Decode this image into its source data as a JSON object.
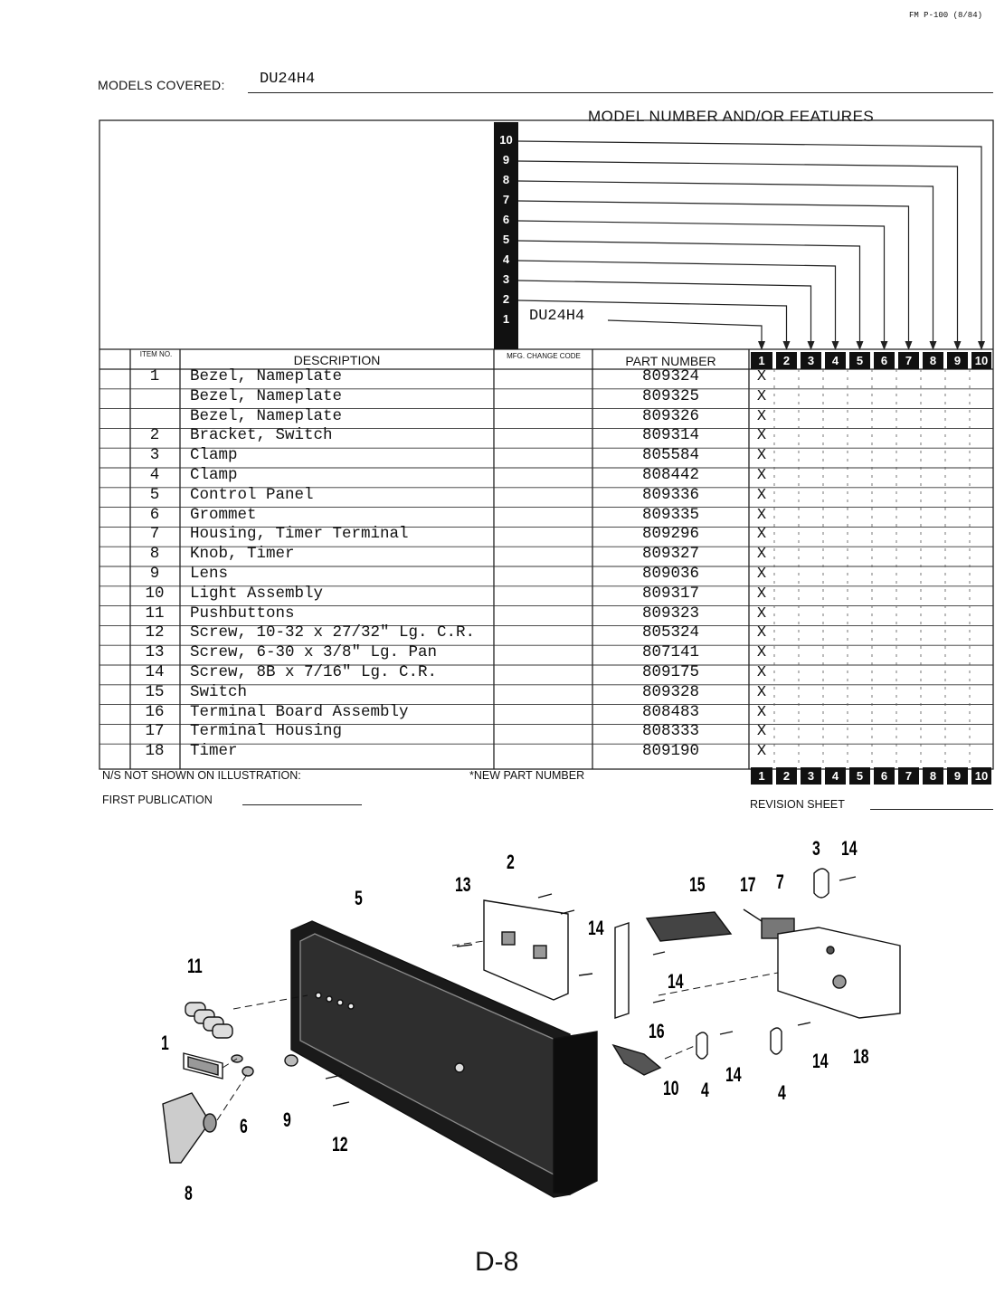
{
  "form_code": "FM P-100 (8/84)",
  "models_covered": {
    "label": "MODELS COVERED:",
    "value": "DU24H4"
  },
  "features_heading": "MODEL NUMBER AND/OR FEATURES",
  "feature_numbers": [
    "1",
    "2",
    "3",
    "4",
    "5",
    "6",
    "7",
    "8",
    "9",
    "10"
  ],
  "feature1_model": "DU24H4",
  "columns": {
    "item_no": "ITEM NO.",
    "description": "DESCRIPTION",
    "mfg_change_code": "MFG. CHANGE CODE",
    "part_number": "PART NUMBER"
  },
  "rows": [
    {
      "item": "1",
      "description": "Bezel, Nameplate",
      "part": "809324",
      "mark": "X"
    },
    {
      "item": "",
      "description": "Bezel, Nameplate",
      "part": "809325",
      "mark": "X"
    },
    {
      "item": "",
      "description": "Bezel, Nameplate",
      "part": "809326",
      "mark": "X"
    },
    {
      "item": "2",
      "description": "Bracket, Switch",
      "part": "809314",
      "mark": "X"
    },
    {
      "item": "3",
      "description": "Clamp",
      "part": "805584",
      "mark": "X"
    },
    {
      "item": "4",
      "description": "Clamp",
      "part": "808442",
      "mark": "X"
    },
    {
      "item": "5",
      "description": "Control Panel",
      "part": "809336",
      "mark": "X"
    },
    {
      "item": "6",
      "description": "Grommet",
      "part": "809335",
      "mark": "X"
    },
    {
      "item": "7",
      "description": "Housing, Timer Terminal",
      "part": "809296",
      "mark": "X"
    },
    {
      "item": "8",
      "description": "Knob, Timer",
      "part": "809327",
      "mark": "X"
    },
    {
      "item": "9",
      "description": "Lens",
      "part": "809036",
      "mark": "X"
    },
    {
      "item": "10",
      "description": "Light Assembly",
      "part": "809317",
      "mark": "X"
    },
    {
      "item": "11",
      "description": "Pushbuttons",
      "part": "809323",
      "mark": "X"
    },
    {
      "item": "12",
      "description": "Screw, 10-32 x 27/32\" Lg. C.R.",
      "part": "805324",
      "mark": "X"
    },
    {
      "item": "13",
      "description": "Screw, 6-30 x 3/8\" Lg. Pan",
      "part": "807141",
      "mark": "X"
    },
    {
      "item": "14",
      "description": "Screw, 8B x 7/16\" Lg. C.R.",
      "part": "809175",
      "mark": "X"
    },
    {
      "item": "15",
      "description": "Switch",
      "part": "809328",
      "mark": "X"
    },
    {
      "item": "16",
      "description": "Terminal Board Assembly",
      "part": "808483",
      "mark": "X"
    },
    {
      "item": "17",
      "description": "Terminal Housing",
      "part": "808333",
      "mark": "X"
    },
    {
      "item": "18",
      "description": "Timer",
      "part": "809190",
      "mark": "X"
    }
  ],
  "footer": {
    "ns_note": "N/S NOT SHOWN ON ILLUSTRATION:",
    "new_part": "*NEW PART NUMBER",
    "first_publication": "FIRST PUBLICATION",
    "revision_sheet": "REVISION SHEET"
  },
  "diagram_callouts": [
    "1",
    "2",
    "3",
    "4",
    "4",
    "5",
    "6",
    "7",
    "8",
    "9",
    "10",
    "11",
    "12",
    "13",
    "14",
    "14",
    "14",
    "14",
    "14",
    "15",
    "16",
    "17",
    "18"
  ],
  "page_number": "D-8"
}
